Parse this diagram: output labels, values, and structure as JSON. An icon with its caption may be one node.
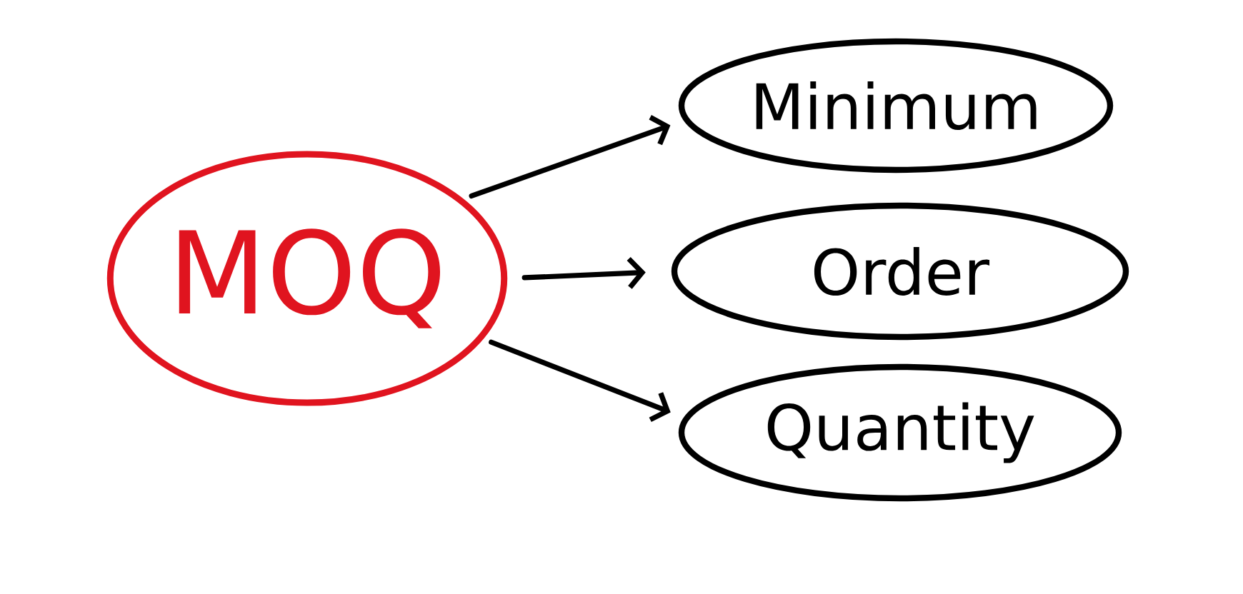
{
  "diagram": {
    "nodes": [
      {
        "text": [
          "MOQ"
        ]
      },
      {
        "text": [
          "Minimum"
        ]
      },
      {
        "text": [
          "Order"
        ]
      },
      {
        "text": [
          "Quantity"
        ]
      }
    ],
    "edges": [
      {
        "from": 0,
        "to": 1,
        "arrow": "to"
      },
      {
        "from": 0,
        "to": 2,
        "arrow": "to"
      },
      {
        "from": 0,
        "to": 3,
        "arrow": "to"
      }
    ]
  }
}
